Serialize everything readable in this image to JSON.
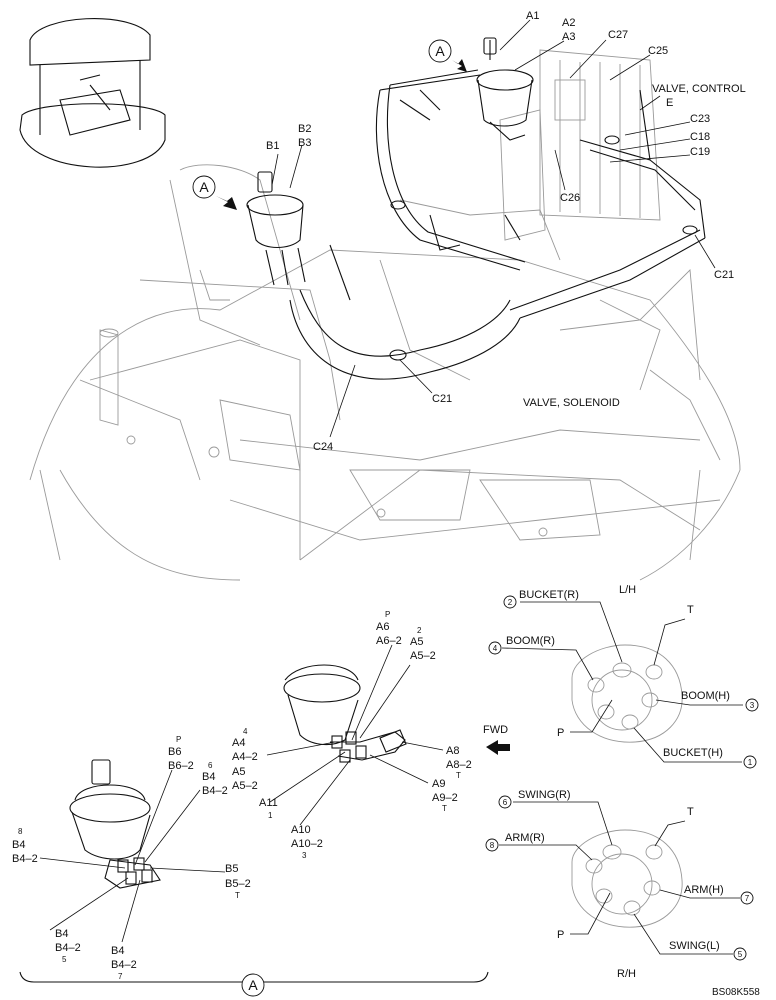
{
  "top_labels": {
    "callout_a": "A",
    "a1": "A1",
    "a2": "A2",
    "a3": "A3",
    "c27": "C27",
    "c25": "C25",
    "valve_control": "VALVE, CONTROL",
    "e": "E",
    "c23": "C23",
    "c18": "C18",
    "c19": "C19",
    "b1": "B1",
    "b2": "B2",
    "b3": "B3",
    "c26": "C26",
    "c21": "C21",
    "c21b": "C21",
    "c24": "C24",
    "valve_solenoid": "VALVE, SOLENOID"
  },
  "fwd": "FWD",
  "lh": "L/H",
  "rh": "R/H",
  "left_joystick": {
    "b6_p": "P",
    "b6": "B6",
    "b6_2": "B6–2",
    "b4_6": "6",
    "b4a": "B4",
    "b4_2a": "B4–2",
    "b4_8": "8",
    "b4b": "B4",
    "b4_2b": "B4–2",
    "b5": "B5",
    "b5_2": "B5–2",
    "b5_t": "T",
    "b4c": "B4",
    "b4_2c": "B4–2",
    "b4_5": "5",
    "b4d": "B4",
    "b4_2d": "B4–2",
    "b4_7": "7"
  },
  "right_joystick": {
    "a6_p": "P",
    "a6": "A6",
    "a6_2": "A6–2",
    "a5_2n": "2",
    "a5": "A5",
    "a5_2": "A5–2",
    "a4_4": "4",
    "a4": "A4",
    "a4_2": "A4–2",
    "a5b": "A5",
    "a5_2b": "A5–2",
    "a11": "A11",
    "a11_1": "1",
    "a8": "A8",
    "a8_2": "A8–2",
    "a8_t": "T",
    "a9": "A9",
    "a9_2": "A9–2",
    "a9_t": "T",
    "a10": "A10",
    "a10_2": "A10–2",
    "a10_3": "3"
  },
  "lh_ports": {
    "bucket_r_num": "2",
    "bucket_r": "BUCKET(R)",
    "t": "T",
    "boom_r_num": "4",
    "boom_r": "BOOM(R)",
    "boom_h": "BOOM(H)",
    "boom_h_num": "3",
    "p": "P",
    "bucket_h": "BUCKET(H)",
    "bucket_h_num": "1"
  },
  "rh_ports": {
    "swing_r_num": "6",
    "swing_r": "SWING(R)",
    "t": "T",
    "arm_r_num": "8",
    "arm_r": "ARM(R)",
    "arm_h": "ARM(H)",
    "arm_h_num": "7",
    "p": "P",
    "swing_l": "SWING(L)",
    "swing_l_num": "5"
  },
  "bottom_callout": "A",
  "code": "BS08K558"
}
